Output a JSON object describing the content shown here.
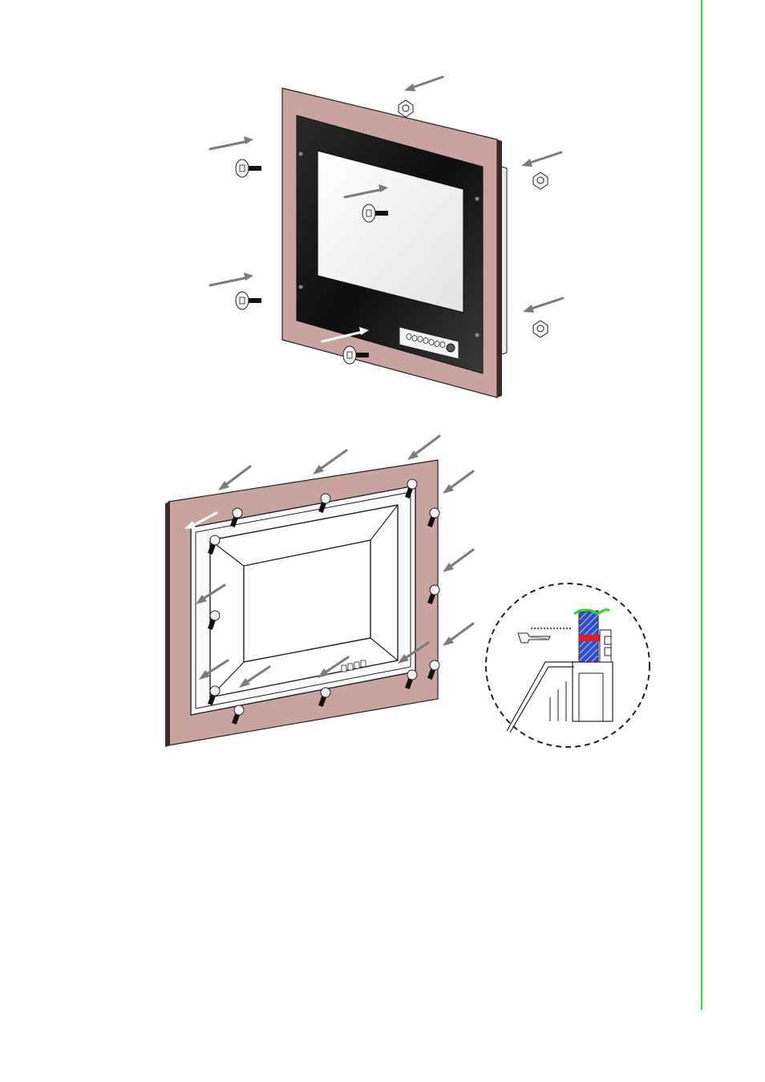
{
  "colors": {
    "side_rule": "#33dd33",
    "panel_gasket": "#c9a39d",
    "panel_edge": "#3a2a2a",
    "bezel": "#1b1b1b",
    "screen": "#f3f3f3",
    "arrow": "#7b7b7b",
    "arrow_light": "#ffffff",
    "hatch_blue": "#2f4fd0",
    "seal_red": "#e01b24",
    "gasket_green": "#22dd22",
    "line": "#222222"
  },
  "figures": [
    {
      "name": "front-mounting-view",
      "icons": [
        "screw-icon",
        "nut-icon",
        "arrow-icon"
      ]
    },
    {
      "name": "rear-mounting-view",
      "icons": [
        "screw-icon",
        "arrow-icon"
      ]
    },
    {
      "name": "detail-cross-section",
      "icons": [
        "screw-icon"
      ]
    }
  ]
}
